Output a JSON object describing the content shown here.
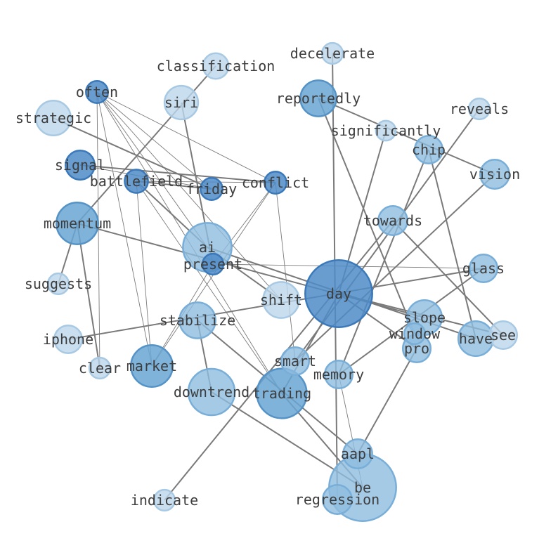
{
  "graph": {
    "nodes": [
      {
        "id": "classification",
        "label": "classification",
        "weight": 1,
        "shade": 1
      },
      {
        "id": "decelerate",
        "label": "decelerate",
        "weight": 0.6,
        "shade": 1
      },
      {
        "id": "often",
        "label": "often",
        "weight": 0.7,
        "shade": 4
      },
      {
        "id": "siri",
        "label": "siri",
        "weight": 1.7,
        "shade": 1
      },
      {
        "id": "reportedly",
        "label": "reportedly",
        "weight": 1.9,
        "shade": 3
      },
      {
        "id": "reveals",
        "label": "reveals",
        "weight": 0.6,
        "shade": 1
      },
      {
        "id": "strategic",
        "label": "strategic",
        "weight": 1.8,
        "shade": 1
      },
      {
        "id": "significantly",
        "label": "significantly",
        "weight": 0.5,
        "shade": 1
      },
      {
        "id": "chip",
        "label": "chip",
        "weight": 1.2,
        "shade": 2
      },
      {
        "id": "signal",
        "label": "signal",
        "weight": 1.3,
        "shade": 4
      },
      {
        "id": "battlefield",
        "label": "battlefield",
        "weight": 0.8,
        "shade": 4
      },
      {
        "id": "friday",
        "label": "friday",
        "weight": 0.7,
        "shade": 4
      },
      {
        "id": "conflict",
        "label": "conflict",
        "weight": 0.7,
        "shade": 4
      },
      {
        "id": "vision",
        "label": "vision",
        "weight": 1.3,
        "shade": 2
      },
      {
        "id": "momentum",
        "label": "momentum",
        "weight": 2.4,
        "shade": 3
      },
      {
        "id": "towards",
        "label": "towards",
        "weight": 1.3,
        "shade": 2
      },
      {
        "id": "ai",
        "label": "ai",
        "weight": 3,
        "shade": 2
      },
      {
        "id": "present",
        "label": "present",
        "weight": 0.6,
        "shade": 4
      },
      {
        "id": "glass",
        "label": "glass",
        "weight": 1.2,
        "shade": 2
      },
      {
        "id": "suggests",
        "label": "suggests",
        "weight": 0.6,
        "shade": 1
      },
      {
        "id": "shift",
        "label": "shift",
        "weight": 1.9,
        "shade": 1
      },
      {
        "id": "day",
        "label": "day",
        "weight": 4.6,
        "shade": 4
      },
      {
        "id": "stabilize",
        "label": "stabilize",
        "weight": 1.9,
        "shade": 2
      },
      {
        "id": "slope",
        "label": "slope",
        "weight": 1.8,
        "shade": 2
      },
      {
        "id": "window",
        "label": "window",
        "weight": 0.6,
        "shade": 2
      },
      {
        "id": "see",
        "label": "see",
        "weight": 1.2,
        "shade": 1
      },
      {
        "id": "have",
        "label": "have",
        "weight": 1.8,
        "shade": 2
      },
      {
        "id": "iphone",
        "label": "iphone",
        "weight": 1.2,
        "shade": 1
      },
      {
        "id": "pro",
        "label": "pro",
        "weight": 1.2,
        "shade": 2
      },
      {
        "id": "market",
        "label": "market",
        "weight": 2.4,
        "shade": 3
      },
      {
        "id": "smart",
        "label": "smart",
        "weight": 1.2,
        "shade": 2
      },
      {
        "id": "clear",
        "label": "clear",
        "weight": 0.6,
        "shade": 1
      },
      {
        "id": "memory",
        "label": "memory",
        "weight": 1.2,
        "shade": 2
      },
      {
        "id": "downtrend",
        "label": "downtrend",
        "weight": 2.8,
        "shade": 2
      },
      {
        "id": "trading",
        "label": "trading",
        "weight": 3.1,
        "shade": 3
      },
      {
        "id": "aapl",
        "label": "aapl",
        "weight": 1.3,
        "shade": 2
      },
      {
        "id": "be",
        "label": "be",
        "weight": 4.6,
        "shade": 2
      },
      {
        "id": "indicate",
        "label": "indicate",
        "weight": 0.6,
        "shade": 1
      },
      {
        "id": "regression",
        "label": "regression",
        "weight": 1.3,
        "shade": 2
      }
    ],
    "edges": [
      {
        "source": "often",
        "target": "friday",
        "strength": "thin"
      },
      {
        "source": "often",
        "target": "conflict",
        "strength": "thin"
      },
      {
        "source": "often",
        "target": "ai",
        "strength": "thin"
      },
      {
        "source": "often",
        "target": "market",
        "strength": "thin"
      },
      {
        "source": "often",
        "target": "clear",
        "strength": "thin"
      },
      {
        "source": "often",
        "target": "trading",
        "strength": "thin"
      },
      {
        "source": "often",
        "target": "shift",
        "strength": "thin"
      },
      {
        "source": "strategic",
        "target": "friday",
        "strength": "thick"
      },
      {
        "source": "signal",
        "target": "conflict",
        "strength": "thick"
      },
      {
        "source": "battlefield",
        "target": "friday",
        "strength": "thick"
      },
      {
        "source": "battlefield",
        "target": "conflict",
        "strength": "thin"
      },
      {
        "source": "battlefield",
        "target": "ai",
        "strength": "thick"
      },
      {
        "source": "battlefield",
        "target": "market",
        "strength": "thin"
      },
      {
        "source": "battlefield",
        "target": "trading",
        "strength": "thin"
      },
      {
        "source": "conflict",
        "target": "market",
        "strength": "thin"
      },
      {
        "source": "conflict",
        "target": "present",
        "strength": "thin"
      },
      {
        "source": "conflict",
        "target": "smart",
        "strength": "thin"
      },
      {
        "source": "conflict",
        "target": "signal",
        "strength": "thin"
      },
      {
        "source": "friday",
        "target": "signal",
        "strength": "thin"
      },
      {
        "source": "classification",
        "target": "momentum",
        "strength": "thick"
      },
      {
        "source": "siri",
        "target": "present",
        "strength": "thick"
      },
      {
        "source": "decelerate",
        "target": "regression",
        "strength": "thick"
      },
      {
        "source": "reportedly",
        "target": "vision",
        "strength": "thick"
      },
      {
        "source": "reportedly",
        "target": "window",
        "strength": "thick"
      },
      {
        "source": "reveals",
        "target": "smart",
        "strength": "thick"
      },
      {
        "source": "significantly",
        "target": "day",
        "strength": "thick"
      },
      {
        "source": "chip",
        "target": "memory",
        "strength": "thick"
      },
      {
        "source": "chip",
        "target": "have",
        "strength": "thick"
      },
      {
        "source": "vision",
        "target": "smart",
        "strength": "thick"
      },
      {
        "source": "momentum",
        "target": "clear",
        "strength": "thick"
      },
      {
        "source": "momentum",
        "target": "suggests",
        "strength": "thick"
      },
      {
        "source": "momentum",
        "target": "slope",
        "strength": "thick"
      },
      {
        "source": "towards",
        "target": "see",
        "strength": "thick"
      },
      {
        "source": "towards",
        "target": "indicate",
        "strength": "thick"
      },
      {
        "source": "ai",
        "target": "have",
        "strength": "thick"
      },
      {
        "source": "ai",
        "target": "shift",
        "strength": "thick"
      },
      {
        "source": "glass",
        "target": "iphone",
        "strength": "thick"
      },
      {
        "source": "glass",
        "target": "memory",
        "strength": "thick"
      },
      {
        "source": "day",
        "target": "pro",
        "strength": "thick"
      },
      {
        "source": "day",
        "target": "see",
        "strength": "thick"
      },
      {
        "source": "day",
        "target": "trading",
        "strength": "thick"
      },
      {
        "source": "stabilize",
        "target": "downtrend",
        "strength": "thick"
      },
      {
        "source": "stabilize",
        "target": "aapl",
        "strength": "thick"
      },
      {
        "source": "pro",
        "target": "aapl",
        "strength": "thick"
      },
      {
        "source": "market",
        "target": "present",
        "strength": "thin"
      },
      {
        "source": "trading",
        "target": "be",
        "strength": "thick"
      },
      {
        "source": "downtrend",
        "target": "be",
        "strength": "thick"
      },
      {
        "source": "memory",
        "target": "be",
        "strength": "thin"
      },
      {
        "source": "present",
        "target": "glass",
        "strength": "thin"
      }
    ]
  }
}
